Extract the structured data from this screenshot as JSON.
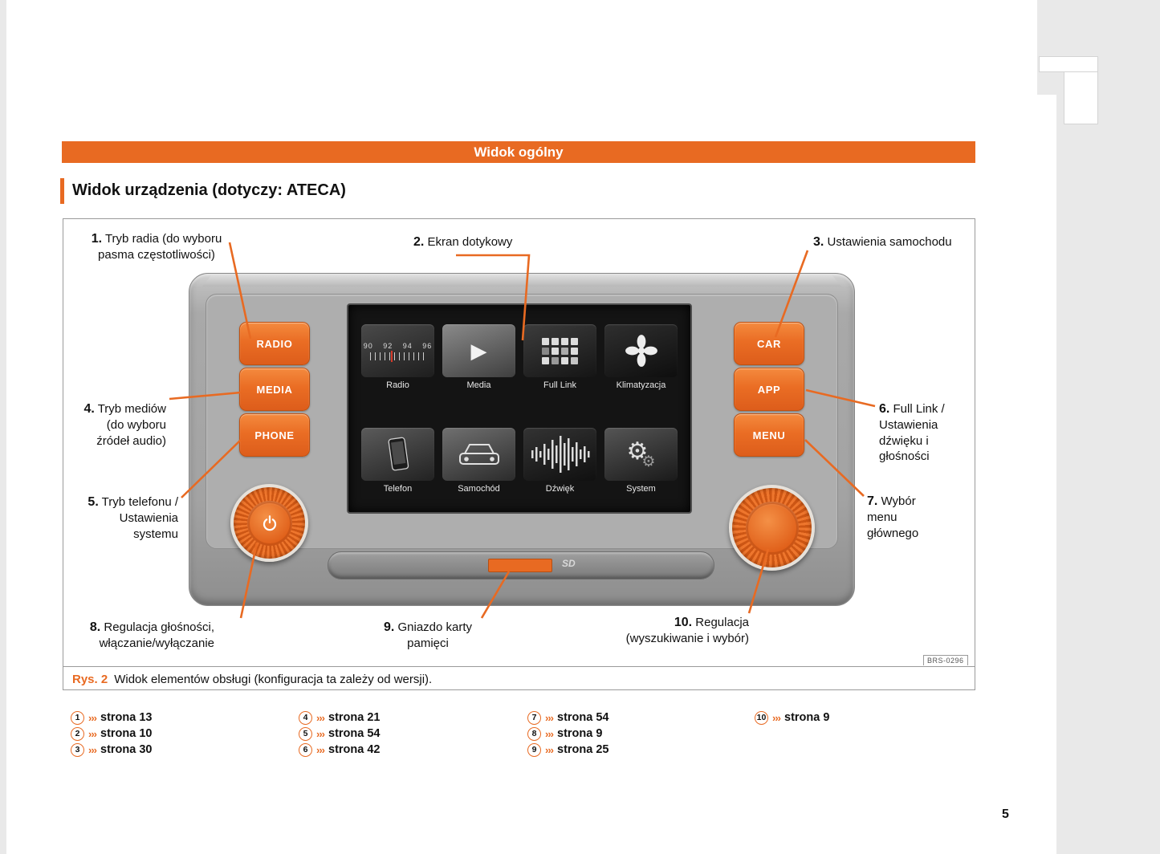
{
  "colors": {
    "accent": "#e86a22"
  },
  "banner": {
    "title": "Widok ogólny"
  },
  "section": {
    "title": "Widok urządzenia (dotyczy: ATECA)"
  },
  "figure": {
    "caption_label": "Rys. 2",
    "caption_text": "Widok elementów obsługi (konfiguracja ta zależy od wersji).",
    "code": "BRS-0296"
  },
  "device": {
    "buttons_left": [
      "RADIO",
      "MEDIA",
      "PHONE"
    ],
    "buttons_right": [
      "CAR",
      "APP",
      "MENU"
    ],
    "tiles": [
      {
        "label": "Radio"
      },
      {
        "label": "Media"
      },
      {
        "label": "Full Link"
      },
      {
        "label": "Klimatyzacja"
      },
      {
        "label": "Telefon"
      },
      {
        "label": "Samochód"
      },
      {
        "label": "Dźwięk"
      },
      {
        "label": "System"
      }
    ],
    "radio_scale": "90 92 94 96",
    "sd_logo": "SD",
    "icons": {
      "play": "▶",
      "gear": "⚙"
    }
  },
  "callouts": [
    {
      "num": "1.",
      "text": "Tryb radia (do wyboru pasma częstotliwości)"
    },
    {
      "num": "2.",
      "text": "Ekran dotykowy"
    },
    {
      "num": "3.",
      "text": "Ustawienia samochodu"
    },
    {
      "num": "4.",
      "text": "Tryb mediów (do wyboru źródeł audio)"
    },
    {
      "num": "5.",
      "text": "Tryb telefonu / Ustawienia systemu"
    },
    {
      "num": "6.",
      "text": "Full Link / Ustawienia dźwięku i głośności"
    },
    {
      "num": "7.",
      "text": "Wybór menu głównego"
    },
    {
      "num": "8.",
      "text": "Regulacja głośności, włączanie/wyłączanie"
    },
    {
      "num": "9.",
      "text": "Gniazdo karty pamięci"
    },
    {
      "num": "10.",
      "text": "Regulacja (wyszukiwanie i wybór)"
    }
  ],
  "references": {
    "arrows": "›››",
    "items": [
      {
        "num": "1",
        "page": "strona 13"
      },
      {
        "num": "2",
        "page": "strona 10"
      },
      {
        "num": "3",
        "page": "strona 30"
      },
      {
        "num": "4",
        "page": "strona 21"
      },
      {
        "num": "5",
        "page": "strona 54"
      },
      {
        "num": "6",
        "page": "strona 42"
      },
      {
        "num": "7",
        "page": "strona 54"
      },
      {
        "num": "8",
        "page": "strona 9"
      },
      {
        "num": "9",
        "page": "strona 25"
      },
      {
        "num": "10",
        "page": "strona 9"
      }
    ]
  },
  "page_number": "5"
}
